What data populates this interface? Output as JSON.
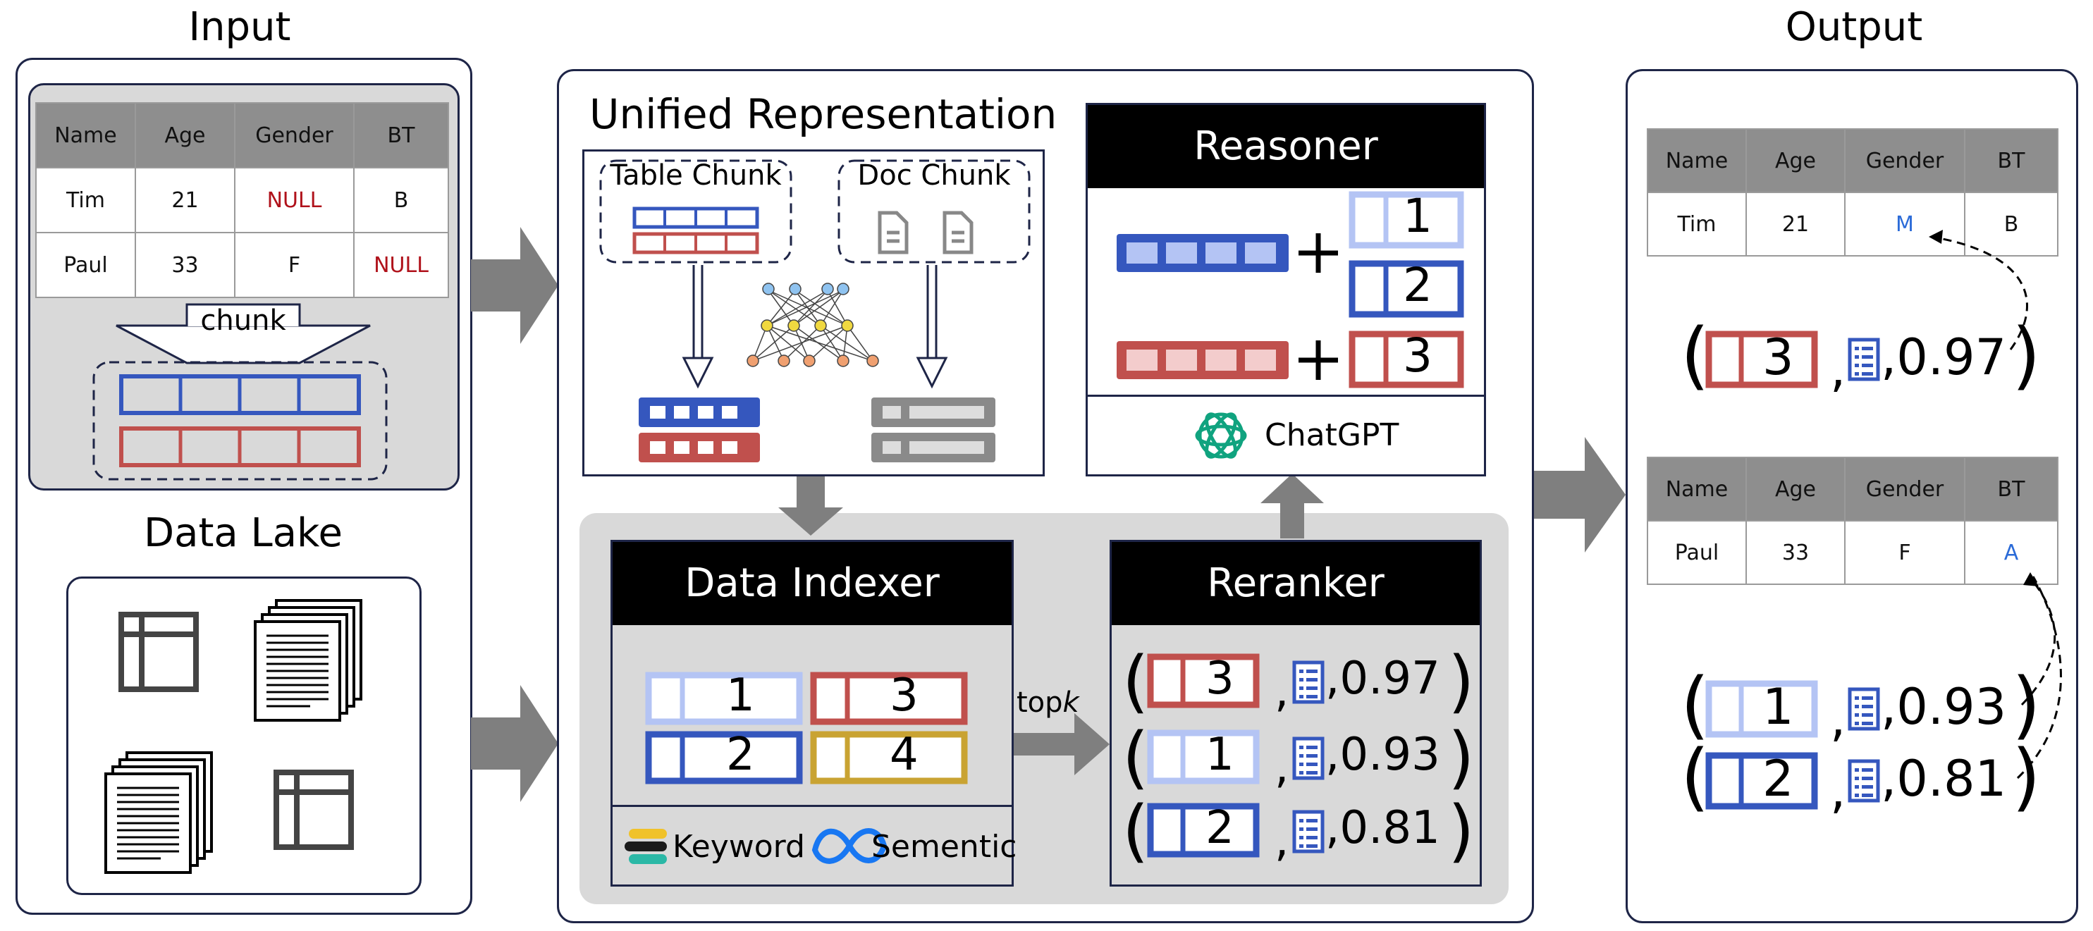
{
  "input": {
    "title": "Input",
    "table": {
      "headers": [
        "Name",
        "Age",
        "Gender",
        "BT"
      ],
      "rows": [
        [
          "Tim",
          "21",
          "NULL",
          "B"
        ],
        [
          "Paul",
          "33",
          "F",
          "NULL"
        ]
      ]
    },
    "chunk_label": "chunk",
    "data_lake_title": "Data Lake"
  },
  "unified": {
    "title": "Unified Representation",
    "table_chunk": "Table Chunk",
    "doc_chunk": "Doc Chunk"
  },
  "reasoner": {
    "title": "Reasoner",
    "n1": "1",
    "n2": "2",
    "n3": "3",
    "chatgpt": "ChatGPT"
  },
  "indexer": {
    "title": "Data Indexer",
    "n1": "1",
    "n2": "2",
    "n3": "3",
    "n4": "4",
    "keyword": "Keyword",
    "semantic": "Sementic",
    "topk_prefix": "top",
    "topk_k": "k"
  },
  "reranker": {
    "title": "Reranker",
    "items": [
      {
        "id": "3",
        "score": ",0.97"
      },
      {
        "id": "1",
        "score": ",0.93"
      },
      {
        "id": "2",
        "score": ",0.81"
      }
    ]
  },
  "output": {
    "title": "Output",
    "table1": {
      "headers": [
        "Name",
        "Age",
        "Gender",
        "BT"
      ],
      "row": [
        "Tim",
        "21",
        "M",
        "B"
      ]
    },
    "table2": {
      "headers": [
        "Name",
        "Age",
        "Gender",
        "BT"
      ],
      "row": [
        "Paul",
        "33",
        "F",
        "A"
      ]
    },
    "tuple1": {
      "id": "3",
      "score": ",0.97"
    },
    "tuple2": {
      "id": "1",
      "score": ",0.93"
    },
    "tuple3": {
      "id": "2",
      "score": ",0.81"
    }
  },
  "colors": {
    "blue": "#3557be",
    "red": "#c0504d",
    "lightblue": "#b4c4f4",
    "gold": "#c9a332",
    "gray": "#8a8a8a"
  }
}
